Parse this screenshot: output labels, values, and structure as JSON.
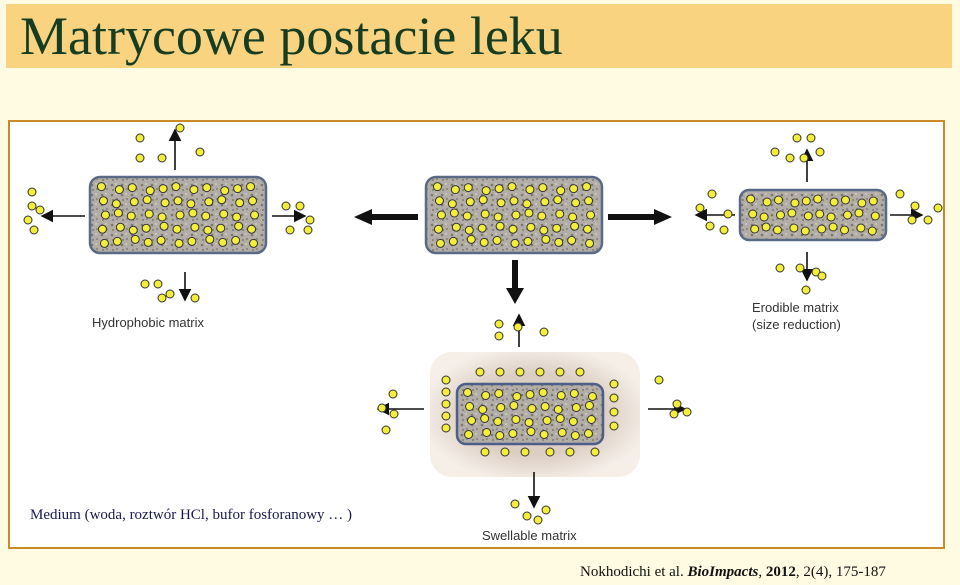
{
  "title": "Matrycowe postacie leku",
  "medium_label": "Medium (woda, roztwór HCl, bufor fosforanowy … )",
  "diagram": {
    "hydrophobic_label": "Hydrophobic matrix",
    "erodible_label_line1": "Erodible matrix",
    "erodible_label_line2": "(size reduction)",
    "swellable_label": "Swellable matrix"
  },
  "citation": {
    "authors": "Nokhodichi et al. ",
    "journal": "BioImpacts",
    "year": "2012",
    "rest": ", 2(4), 175-187"
  },
  "colors": {
    "title_bg": "#f9d37f",
    "title_text": "#163d22",
    "frame_border": "#c98a2a",
    "drug_particle": "#f2ee3a",
    "matrix_fill": "#a8a29c"
  }
}
